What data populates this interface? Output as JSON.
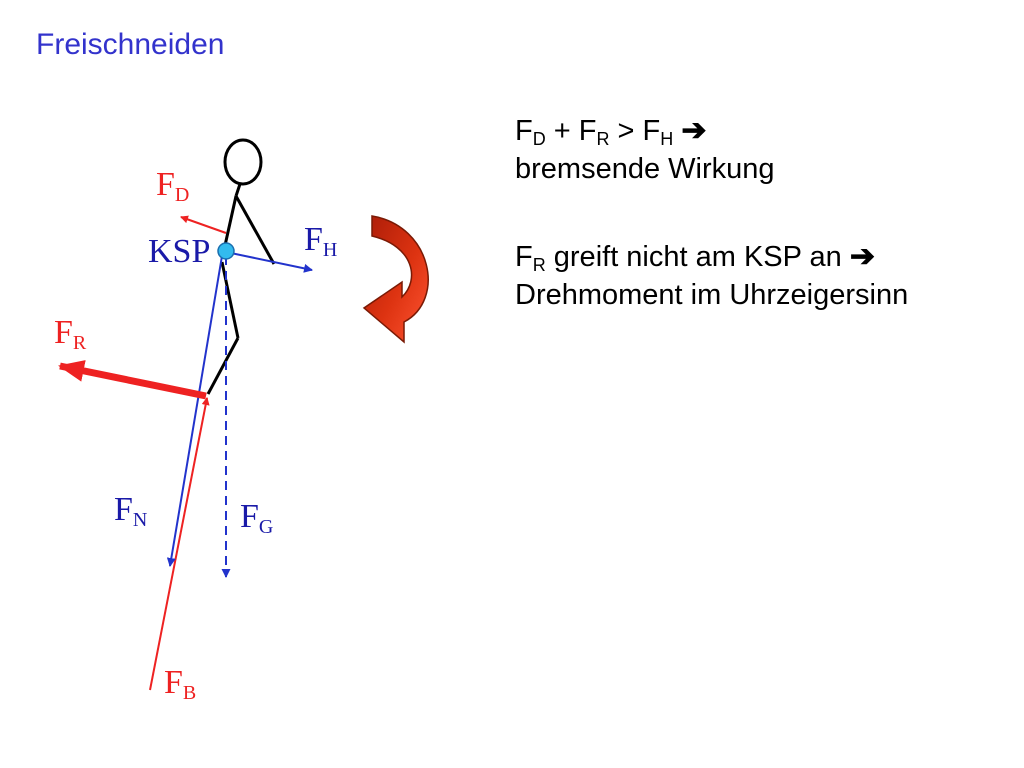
{
  "title": "Freischneiden",
  "colors": {
    "title": "#3333cc",
    "force_red": "#ee2222",
    "force_blue": "#2233cc",
    "ksp_label": "#1a1aa8",
    "ksp_dot": "#33bbee"
  },
  "notes": {
    "line1": {
      "a": "F",
      "a_sub": "D",
      "plus": " + F",
      "b_sub": "R",
      "gt": " > F",
      "c_sub": "H",
      "arrow": "➔"
    },
    "line2": "bremsende Wirkung",
    "line3": {
      "a": "F",
      "a_sub": "R",
      "text": " greift nicht am KSP an ",
      "arrow": "➔"
    },
    "line4": "Drehmoment im Uhrzeigersinn"
  },
  "labels": {
    "fd": {
      "main": "F",
      "sub": "D"
    },
    "ksp": "KSP",
    "fh": {
      "main": "F",
      "sub": "H"
    },
    "fr": {
      "main": "F",
      "sub": "R"
    },
    "fn": {
      "main": "F",
      "sub": "N"
    },
    "fg": {
      "main": "F",
      "sub": "G"
    },
    "fb": {
      "main": "F",
      "sub": "B"
    }
  },
  "icons": {
    "rotation": "clockwise-rotation-arrow-icon"
  }
}
